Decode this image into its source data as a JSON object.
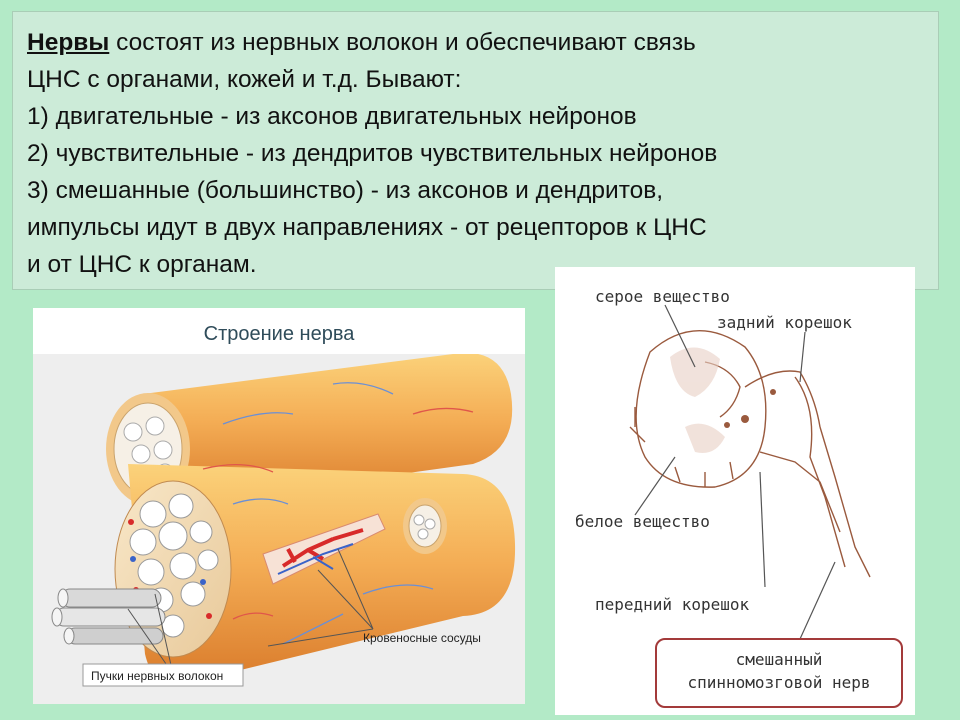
{
  "slide": {
    "term": "Нервы",
    "lines": [
      " состоят из нервных волокон и обеспечивают связь",
      "ЦНС с органами, кожей и т.д. Бывают:",
      "1) двигательные - из аксонов двигательных нейронов",
      "2) чувствительные - из дендритов чувствительных нейронов",
      "3) смешанные (большинство) - из аксонов и дендритов,",
      "импульсы идут в двух направлениях - от рецепторов к ЦНС",
      "и от ЦНС к органам."
    ]
  },
  "nerve_figure": {
    "title": "Строение нерва",
    "label_vessels": "Кровеносные сосуды",
    "label_bundles": "Пучки нервных волокон"
  },
  "spinal_figure": {
    "grey_matter": "серое вещество",
    "dorsal_root": "задний корешок",
    "white_matter": "белое вещество",
    "ventral_root": "передний корешок",
    "mixed_nerve_line1": "смешанный",
    "mixed_nerve_line2": "спинномозговой нерв"
  },
  "colors": {
    "background": "#b3eac7",
    "text_box": "#ccebd8",
    "nerve_orange": "#f0a146",
    "box_border": "#a33a3a"
  }
}
